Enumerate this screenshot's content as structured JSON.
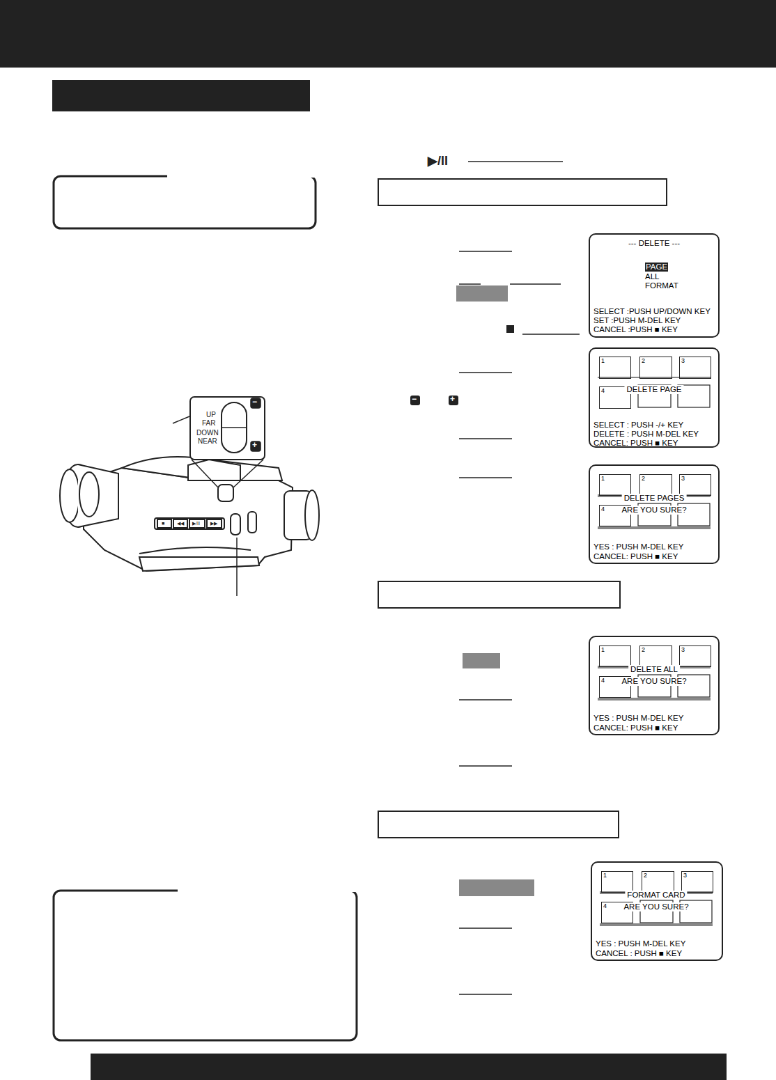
{
  "diagram": {
    "nodes": [
      {
        "text": [
          "--- DELETE ---",
          "PAGE",
          "ALL",
          "FORMAT",
          "SELECT :PUSH UP/DOWN KEY",
          "SET      :PUSH M-DEL KEY",
          "CANCEL :PUSH ■ KEY"
        ]
      },
      {
        "text": [
          "DELETE PAGE",
          "SELECT : PUSH -/+ KEY",
          "DELETE : PUSH M-DEL KEY",
          "CANCEL: PUSH ■ KEY"
        ]
      },
      {
        "text": [
          "1"
        ],
        "in": 1
      },
      {
        "text": [
          "2"
        ],
        "in": 1
      },
      {
        "text": [
          "3"
        ],
        "in": 1
      },
      {
        "text": [
          "4"
        ],
        "in": 1
      },
      {
        "text": [
          "DELETE PAGES",
          "ARE YOU SURE?",
          "YES     : PUSH M-DEL KEY",
          "CANCEL: PUSH ■ KEY"
        ]
      },
      {
        "text": [
          "1"
        ],
        "in": 6
      },
      {
        "text": [
          "2"
        ],
        "in": 6
      },
      {
        "text": [
          "3"
        ],
        "in": 6
      },
      {
        "text": [
          "4"
        ],
        "in": 6
      },
      {
        "text": [
          "DELETE ALL",
          "ARE YOU SURE?",
          "YES     : PUSH M-DEL KEY",
          "CANCEL: PUSH ■ KEY"
        ]
      },
      {
        "text": [
          "1"
        ],
        "in": 11
      },
      {
        "text": [
          "2"
        ],
        "in": 11
      },
      {
        "text": [
          "3"
        ],
        "in": 11
      },
      {
        "text": [
          "4"
        ],
        "in": 11
      },
      {
        "text": [
          "FORMAT CARD",
          "ARE YOU SURE?",
          "YES     : PUSH M-DEL KEY",
          "CANCEL : PUSH ■ KEY"
        ]
      },
      {
        "text": [
          "1"
        ],
        "in": 16
      },
      {
        "text": [
          "2"
        ],
        "in": 16
      },
      {
        "text": [
          "3"
        ],
        "in": 16
      },
      {
        "text": [
          "4"
        ],
        "in": 16
      }
    ],
    "labels": [
      "▶/II",
      "−",
      "+",
      "UP",
      "FAR",
      "DOWN",
      "NEAR",
      "−",
      "+",
      "■",
      "◀◀",
      "▶/II",
      "▶▶"
    ]
  }
}
